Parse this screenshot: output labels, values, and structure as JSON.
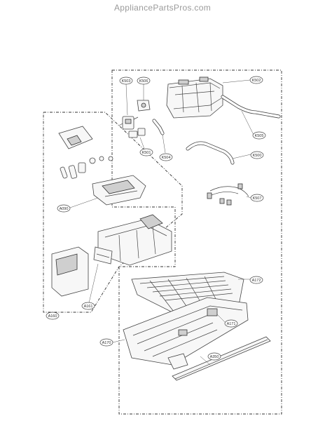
{
  "watermark": "AppliancePartsPros.com",
  "callouts": {
    "K503": "K503",
    "K506": "K506",
    "K502": "K502",
    "K505": "K505",
    "K501": "K501",
    "K504": "K504",
    "K500": "K500",
    "K507": "K507",
    "A090": "A090",
    "A172": "A172",
    "A161": "A161",
    "A171": "A171",
    "A160": "A160",
    "A170": "A170",
    "A350": "A350"
  }
}
